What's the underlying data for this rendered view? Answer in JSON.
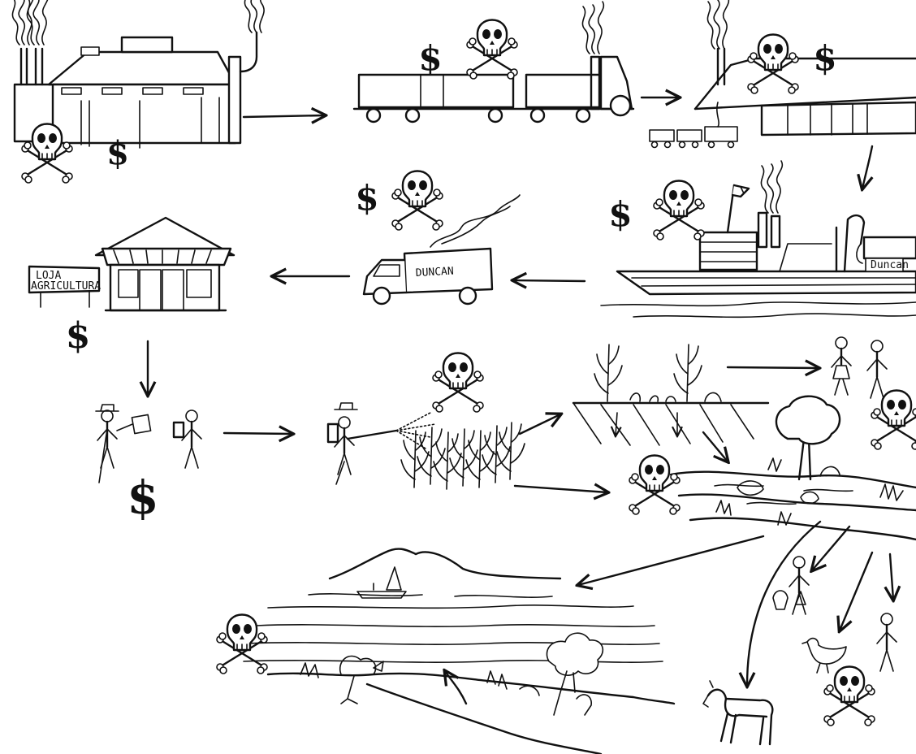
{
  "signs": {
    "shop_line1": "LOJA",
    "shop_line2": "AGRICULTURA",
    "truck_name": "DUNCAN",
    "ship_name": "Duncan"
  },
  "symbols": {
    "money": "$",
    "poison": "skull-crossbones-icon"
  }
}
